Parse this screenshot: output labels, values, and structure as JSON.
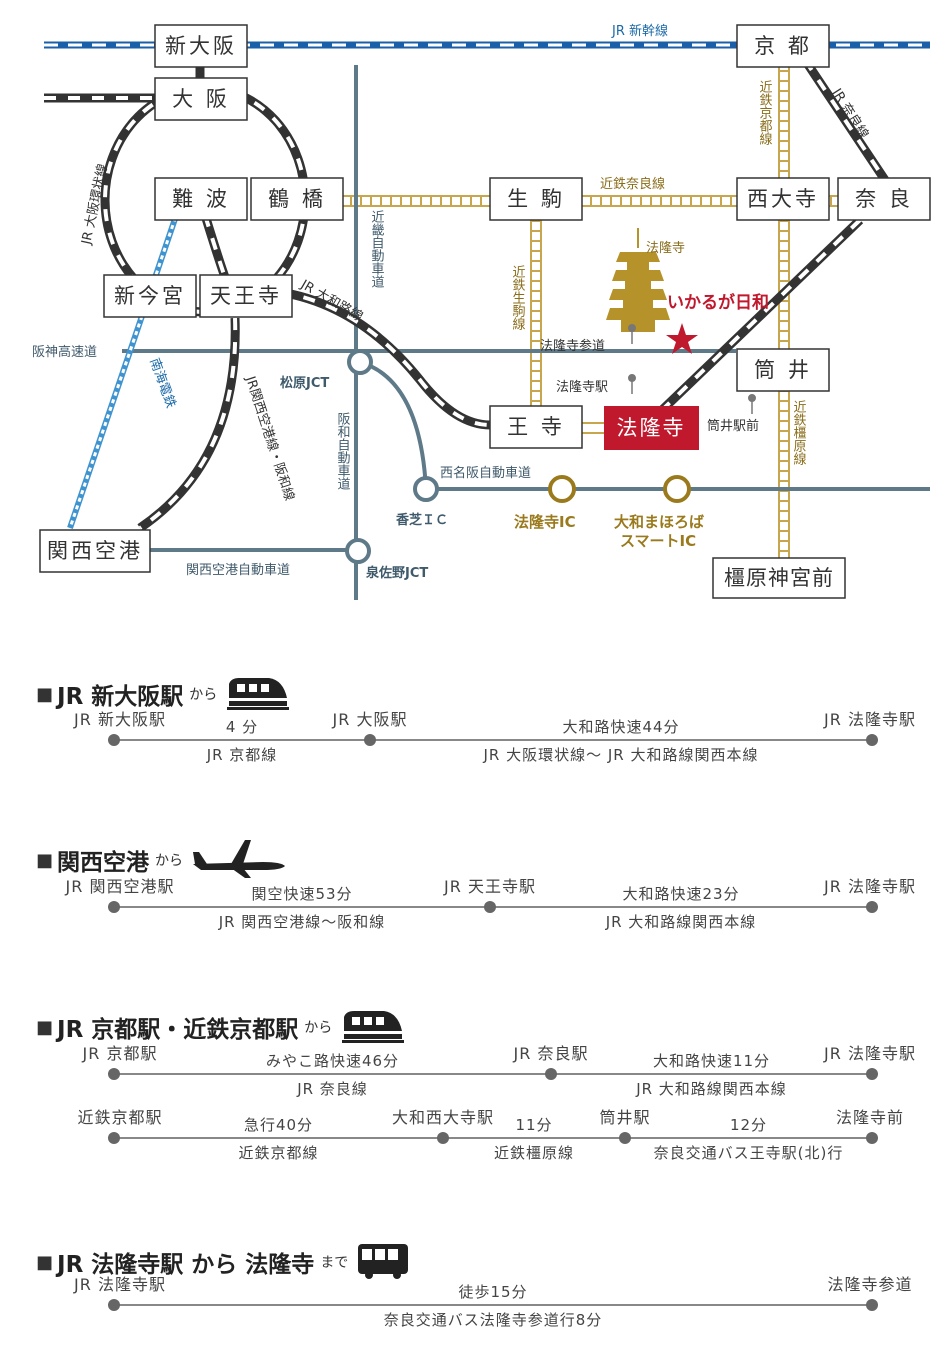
{
  "map": {
    "stations": {
      "shin_osaka": "新大阪",
      "kyoto": "京 都",
      "osaka": "大 阪",
      "namba": "難 波",
      "tsuruhashi": "鶴 橋",
      "ikoma": "生 駒",
      "saidaiji": "西大寺",
      "nara": "奈 良",
      "shinimamiya": "新今宮",
      "tennoji": "天王寺",
      "tsutsui": "筒 井",
      "oji": "王 寺",
      "horyuji": "法隆寺",
      "kansai_airport": "関西空港",
      "kashihara": "橿原神宮前"
    },
    "labels": {
      "shinkansen": "JR 新幹線",
      "nara_line": "JR 奈良線",
      "kintetsu_kyoto": "近鉄京都線",
      "osaka_loop": "JR 大阪環状線",
      "kintetsu_nara": "近鉄奈良線",
      "kinki_expressway": "近畿自動車道",
      "yamatoji": "JR 大和路線",
      "kintetsu_ikoma": "近鉄生駒線",
      "horyuji_temple": "法隆寺",
      "ikaruga": "いかるが日和",
      "hanshin_expressway": "阪神高速道",
      "matsubara_jct": "松原JCT",
      "nankai": "南海電鉄",
      "kanku_line": "JR関西空港線・阪和線",
      "hanwa_expressway": "阪和自動車道",
      "sando": "法隆寺参道",
      "horyuji_eki": "法隆寺駅",
      "tsutsui_ekimae": "筒井駅前",
      "kintetsu_kashihara": "近鉄橿原線",
      "nishimeihan": "西名阪自動車道",
      "kashiba_ic": "香芝ＩＣ",
      "horyuji_ic": "法隆寺IC",
      "yamato_ic_1": "大和まほろば",
      "yamato_ic_2": "スマートIC",
      "kanku_expressway": "関西空港自動車道",
      "izumisano_jct": "泉佐野JCT"
    },
    "colors": {
      "jr": "#333333",
      "shinkansen": "#1a5fa8",
      "kintetsu": "#c8a64d",
      "expressway": "#5e7a88",
      "nankai": "#3f94d0",
      "accent": "#c0182d"
    }
  },
  "routes": [
    {
      "title": "JR 新大阪駅",
      "suffix": "から",
      "icon": "train-icon",
      "lines": [
        {
          "stations": [
            "JR 新大阪駅",
            "JR 大阪駅",
            "JR 法隆寺駅"
          ],
          "above": [
            "4 分",
            "大和路快速44分"
          ],
          "below": [
            "JR 京都線",
            "JR 大阪環状線〜 JR 大和路線関西本線"
          ]
        }
      ]
    },
    {
      "title": "関西空港",
      "suffix": "から",
      "icon": "airplane-icon",
      "lines": [
        {
          "stations": [
            "JR 関西空港駅",
            "JR 天王寺駅",
            "JR 法隆寺駅"
          ],
          "above": [
            "関空快速53分",
            "大和路快速23分"
          ],
          "below": [
            "JR 関西空港線〜阪和線",
            "JR 大和路線関西本線"
          ]
        }
      ]
    },
    {
      "title": "JR 京都駅・近鉄京都駅",
      "suffix": "から",
      "icon": "train-icon",
      "lines": [
        {
          "stations": [
            "JR 京都駅",
            "JR 奈良駅",
            "JR 法隆寺駅"
          ],
          "above": [
            "みやこ路快速46分",
            "大和路快速11分"
          ],
          "below": [
            "JR 奈良線",
            "JR 大和路線関西本線"
          ]
        },
        {
          "stations": [
            "近鉄京都駅",
            "大和西大寺駅",
            "筒井駅",
            "法隆寺前"
          ],
          "above": [
            "急行40分",
            "11分",
            "12分"
          ],
          "below": [
            "近鉄京都線",
            "近鉄橿原線",
            "奈良交通バス王寺駅(北)行"
          ]
        }
      ]
    },
    {
      "title": "JR 法隆寺駅 から 法隆寺",
      "suffix": "まで",
      "icon": "bus-icon",
      "lines": [
        {
          "stations": [
            "JR 法隆寺駅",
            "法隆寺参道"
          ],
          "above": [
            "徒歩15分"
          ],
          "below": [
            "奈良交通バス法隆寺参道行8分"
          ]
        }
      ]
    }
  ]
}
